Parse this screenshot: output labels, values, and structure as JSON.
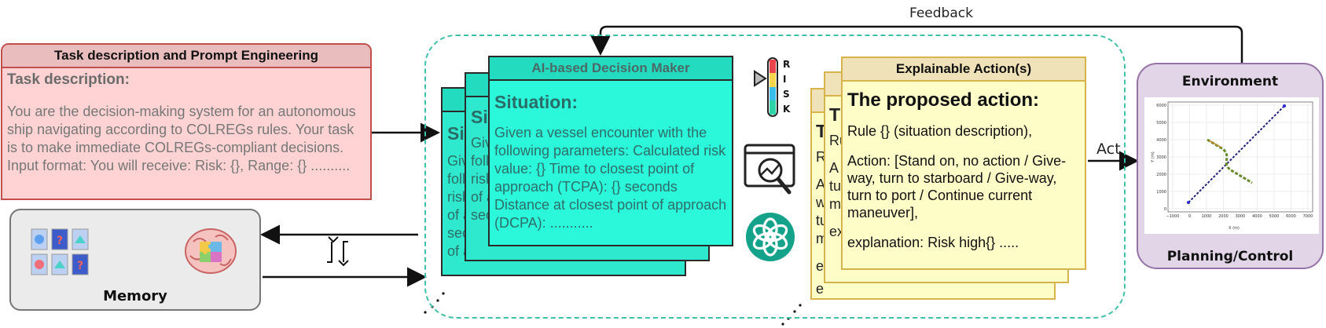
{
  "task_panel": {
    "title": "Task description and Prompt Engineering",
    "subtitle": "Task description:",
    "body": "You are the decision-making system for an autonomous ship navigating according to COLREGs rules. Your task is to make immediate COLREGs-compliant decisions. Input format: You will receive: Risk: {}, Range: {} .........."
  },
  "memory": {
    "label": "Memory"
  },
  "decision_maker": {
    "title": "AI-based Decision Maker",
    "back_heading": "Si",
    "back_lines": [
      "Giv",
      "foll",
      "risk",
      "of a",
      "sec",
      "of a"
    ],
    "heading": "Situation:",
    "body": "Given a vessel encounter with the following parameters: Calculated risk value: {} Time to closest point of approach (TCPA): {} seconds Distance at closest point of approach (DCPA): ..........."
  },
  "risk_meter": {
    "letters": [
      "R",
      "I",
      "S",
      "K"
    ]
  },
  "explainable": {
    "title": "Explainable Action(s)",
    "heading": "The proposed action:",
    "rule": "Rule {} (situation description),",
    "action": "Action: [Stand on, no action / Give-way, turn to starboard / Give-way, turn to port / Continue current maneuver],",
    "explanation": "explanation: Risk high{} .....",
    "back_fragments": [
      "Th",
      "Ru",
      "A",
      "tu",
      "ma",
      "ex",
      "T",
      "R",
      "A",
      "w",
      "tu",
      "m",
      "ex",
      "e"
    ]
  },
  "environment": {
    "title": "Environment",
    "footer": "Planning/Control",
    "plot": {
      "x_ticks": [
        "−1000",
        "0",
        "1000",
        "2000",
        "3000",
        "4000",
        "5000",
        "6000",
        "7000"
      ],
      "y_ticks": [
        "0",
        "1000",
        "2000",
        "3000",
        "4000",
        "5000",
        "6000"
      ],
      "xlabel": "X (m)",
      "ylabel": "Y (m)"
    }
  },
  "arrows": {
    "feedback": "Feedback",
    "act": "Act"
  },
  "colors": {
    "task_border": "#c0504d",
    "decision_fill": "#2bf8da",
    "explain_fill": "#fffdc7",
    "env_border": "#9673a6"
  }
}
